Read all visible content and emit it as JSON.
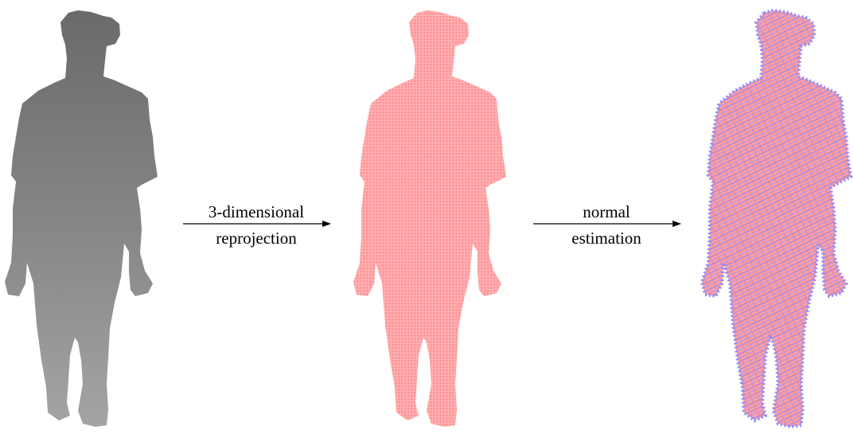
{
  "steps": [
    {
      "line1": "3-dimensional",
      "line2": "reprojection"
    },
    {
      "line1": "normal",
      "line2": "estimation"
    }
  ],
  "panels": [
    {
      "icon": "depth-map-silhouette",
      "color": "#8a8a8a"
    },
    {
      "icon": "point-cloud-silhouette",
      "color": "#ff9ea0"
    },
    {
      "icon": "surface-normals-silhouette",
      "color": "#ff9ea0",
      "accent": "#7b7bff"
    }
  ],
  "colors": {
    "text": "#000000",
    "depth_dark": "#6a6a6a",
    "depth_light": "#a2a2a2",
    "point_cloud": "#ff9ea0",
    "normals": "#7b7bff"
  }
}
